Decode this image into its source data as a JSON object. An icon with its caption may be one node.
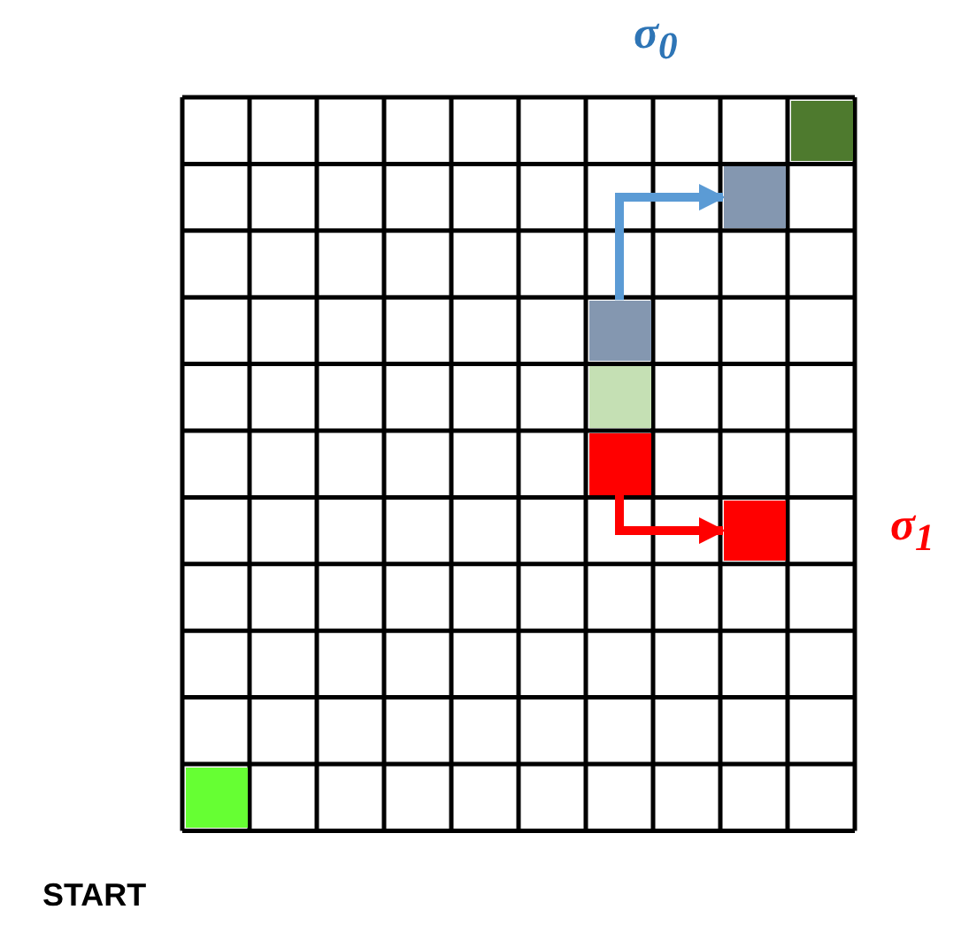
{
  "diagram": {
    "nodes": [
      {
        "text": [],
        "shape": "box"
      },
      {
        "text": [],
        "shape": "box"
      },
      {
        "text": [],
        "shape": "box"
      },
      {
        "text": [],
        "shape": "box"
      },
      {
        "text": [],
        "shape": "box"
      },
      {
        "text": [],
        "shape": "box"
      },
      {
        "text": [],
        "shape": "box"
      }
    ],
    "edges": [
      {
        "from": 2,
        "to": 1,
        "arrow": "to",
        "color": "#5b9bd5"
      },
      {
        "from": 4,
        "to": 5,
        "arrow": "to",
        "color": "#ff0000"
      }
    ],
    "labels": [
      "σ$_{0}$",
      "σ$_{1}$",
      "START"
    ]
  }
}
